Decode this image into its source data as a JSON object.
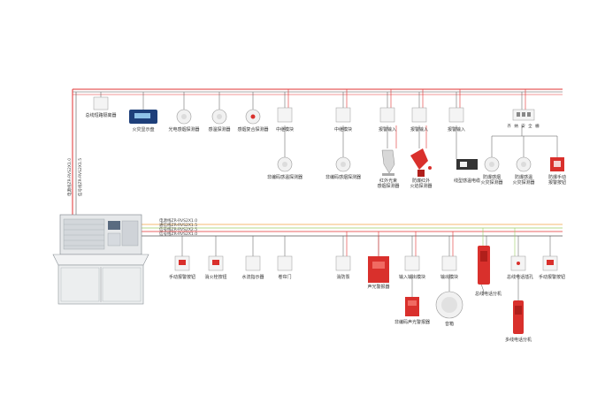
{
  "left_bus_labels": [
    "电源线ZR-RVS2X1.0",
    "信号线ZR-RVS2X1.5"
  ],
  "top_devices": [
    {
      "id": "isolator",
      "label": "总线短路隔离器"
    },
    {
      "id": "fire_display",
      "label": "火灾显示盘"
    },
    {
      "id": "photo_smoke",
      "label": "光电感烟探测器"
    },
    {
      "id": "heat_det",
      "label": "感温探测器"
    },
    {
      "id": "smoke_heat",
      "label": "感烟复合探测器"
    },
    {
      "id": "relay_module_1",
      "label": "中继模块"
    },
    {
      "id": "relay_module_2",
      "label": "中继模块"
    },
    {
      "id": "alarm_input_1",
      "label": "报警输入"
    },
    {
      "id": "alarm_input_2",
      "label": "报警输入"
    },
    {
      "id": "alarm_input_3",
      "label": "报警输入"
    }
  ],
  "top_sub_devices": [
    {
      "id": "non_coded_heat",
      "label": "非编码感温探测器"
    },
    {
      "id": "non_coded_smoke",
      "label": "非编码感烟探测器"
    },
    {
      "id": "ir_beam",
      "label": "红外光束\n感烟探测器"
    },
    {
      "id": "flame_det",
      "label": "防爆红外\n火焰探测器"
    },
    {
      "id": "linear_heat",
      "label": "线型感温电缆"
    },
    {
      "id": "ex_smoke",
      "label": "防爆感烟\n火灾探测器"
    },
    {
      "id": "ex_heat",
      "label": "防爆感温\n火灾探测器"
    },
    {
      "id": "ex_manual",
      "label": "防爆手动\n报警按钮"
    }
  ],
  "safety_barrier": {
    "label": "齐 纳 安 全 栅"
  },
  "bottom_bus_labels": [
    "电源线ZR-RVS2X1.0",
    "通信线ZR-RVS2X1.5",
    "信号线ZR-RVS2X2.5",
    "信号线ZR-RVS2X1.0"
  ],
  "bottom_devices": [
    {
      "id": "manual_alarm",
      "label": "手动报警按钮"
    },
    {
      "id": "hydrant_btn",
      "label": "消火栓按钮"
    },
    {
      "id": "water_flow",
      "label": "水流指示器"
    },
    {
      "id": "fire_door",
      "label": "卷帘门"
    },
    {
      "id": "fire_damper",
      "label": "消防泵"
    },
    {
      "id": "sound_light",
      "label": "声光警报器"
    },
    {
      "id": "io_module",
      "label": "输入输出模块"
    },
    {
      "id": "output_module",
      "label": "输出模块"
    },
    {
      "id": "phone_ext",
      "label": "总线电话分机"
    },
    {
      "id": "phone_jack",
      "label": "总线电话插孔"
    },
    {
      "id": "manual_alarm_2",
      "label": "手动报警按钮"
    }
  ],
  "bottom_sub_devices": [
    {
      "id": "non_coded_sl",
      "label": "非编码声光警报器"
    },
    {
      "id": "speaker",
      "label": "音箱"
    },
    {
      "id": "multi_phone",
      "label": "多线电话分机"
    }
  ],
  "colors": {
    "red": "#e23030",
    "orange": "#f0a040",
    "green": "#9ccc65",
    "gray": "#555555",
    "device_red": "#d9302c",
    "panel": "#e6e8ea"
  }
}
